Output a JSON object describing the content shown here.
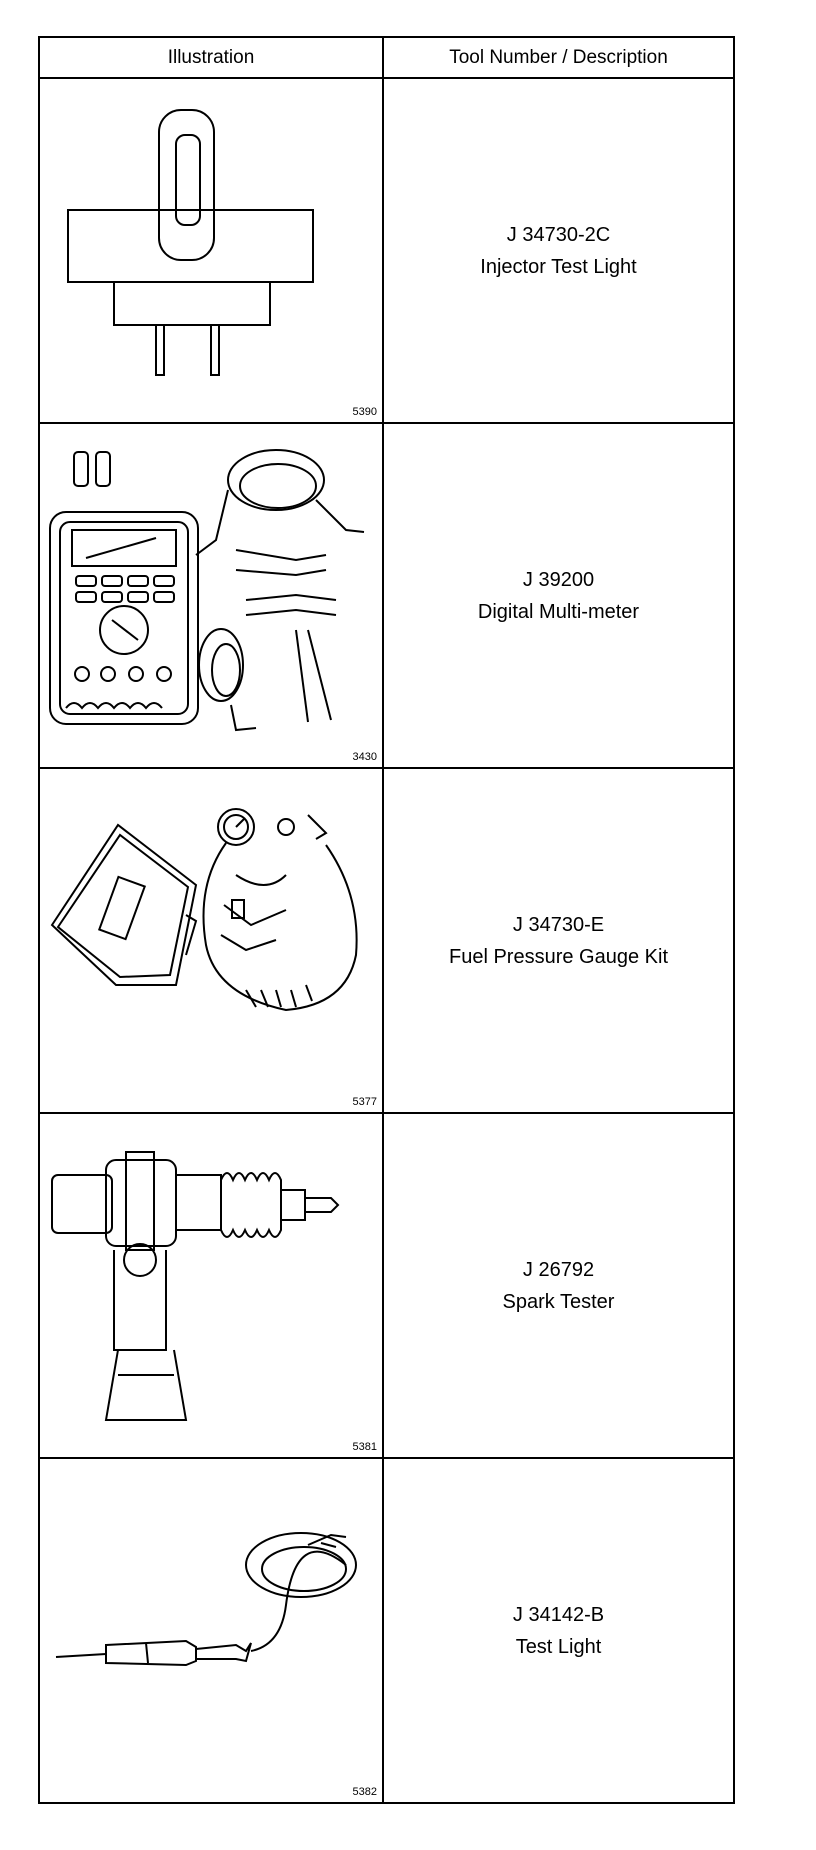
{
  "table": {
    "headers": {
      "illustration": "Illustration",
      "description": "Tool Number / Description"
    },
    "rows": [
      {
        "figure": "5390",
        "tool_number": "J 34730-2C",
        "description": "Injector Test Light",
        "icon": "injector-test-light-icon"
      },
      {
        "figure": "3430",
        "tool_number": "J 39200",
        "description": "Digital Multi-meter",
        "icon": "digital-multimeter-icon"
      },
      {
        "figure": "5377",
        "tool_number": "J 34730-E",
        "description": "Fuel Pressure Gauge Kit",
        "icon": "fuel-pressure-gauge-kit-icon"
      },
      {
        "figure": "5381",
        "tool_number": "J 26792",
        "description": "Spark Tester",
        "icon": "spark-tester-icon"
      },
      {
        "figure": "5382",
        "tool_number": "J 34142-B",
        "description": "Test Light",
        "icon": "test-light-icon"
      }
    ]
  }
}
